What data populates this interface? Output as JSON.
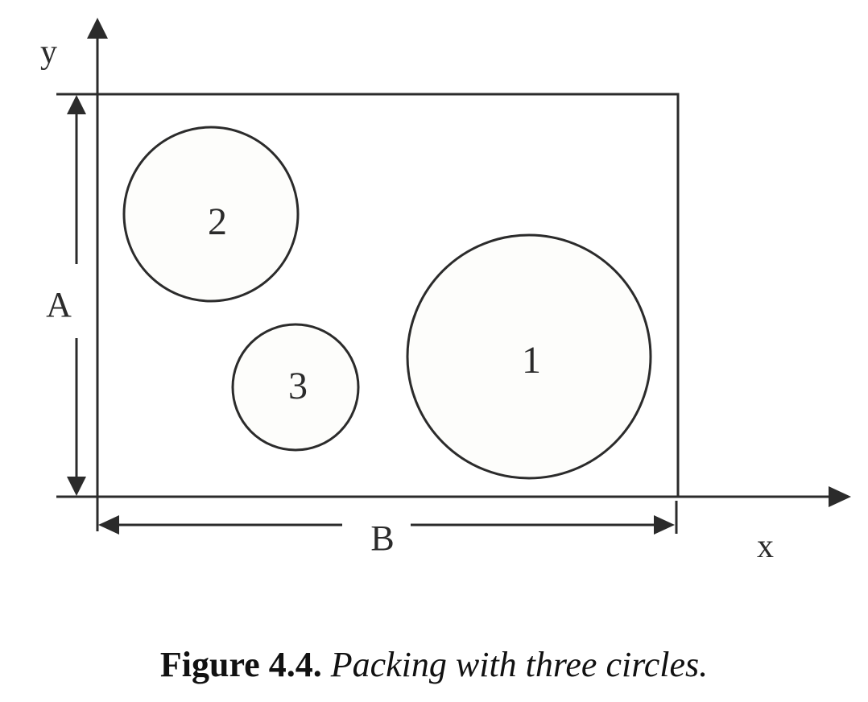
{
  "diagram": {
    "axes": {
      "x_label": "x",
      "y_label": "y"
    },
    "dimensions": {
      "height_label": "A",
      "width_label": "B"
    },
    "circles": [
      {
        "label": "1"
      },
      {
        "label": "2"
      },
      {
        "label": "3"
      }
    ]
  },
  "caption": {
    "number": "Figure 4.4.",
    "text": "Packing with three circles."
  },
  "colors": {
    "stroke": "#2b2b2b",
    "circle_fill": "#fdfdfb"
  }
}
